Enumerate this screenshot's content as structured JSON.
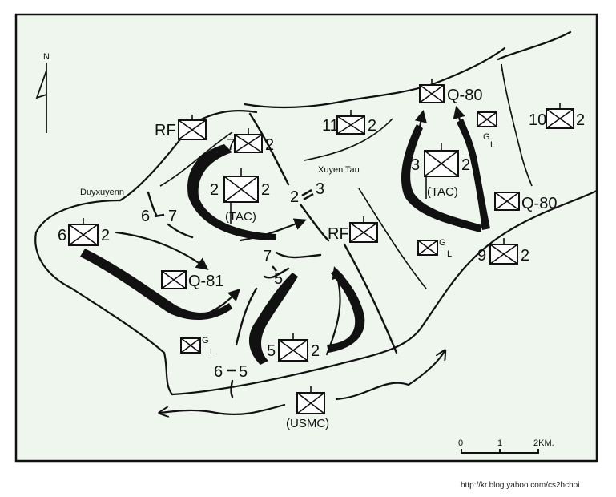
{
  "map": {
    "north_label": "N",
    "places": {
      "duyxuyenn": "Duyxuyenn",
      "xuyen_tan": "Xuyen Tan"
    },
    "units": {
      "rf_nw": "RF",
      "rf_center": "RF",
      "u6_2": "6",
      "u6_2b": "2",
      "u7_2": "7",
      "u7_2b": "2",
      "u2_2_left": "2",
      "u2_2_right": "2",
      "u2_2_tac": "(TAC)",
      "u11_2": "11",
      "u11_2b": "2",
      "u3_2": "3",
      "u3_2b": "2",
      "u3_2_tac": "(TAC)",
      "q80_top": "Q-80",
      "q80_right": "Q-80",
      "u10_2": "10",
      "u10_2b": "2",
      "u9_2": "9",
      "u9_2b": "2",
      "q81": "Q-81",
      "u5_2": "5",
      "u5_2b": "2",
      "usmc": "(USMC)",
      "gl": "G",
      "gl_l": "L"
    },
    "boundaries": {
      "b67_a": "6",
      "b67_b": "7",
      "b23_a": "2",
      "b23_b": "3",
      "b75_a": "7",
      "b75_b": "5",
      "b65_a": "6",
      "b65_b": "5"
    },
    "scale": {
      "t0": "0",
      "t1": "1",
      "t2": "2KM."
    }
  },
  "credit": "http://kr.blog.yahoo.com/cs2hchoi"
}
